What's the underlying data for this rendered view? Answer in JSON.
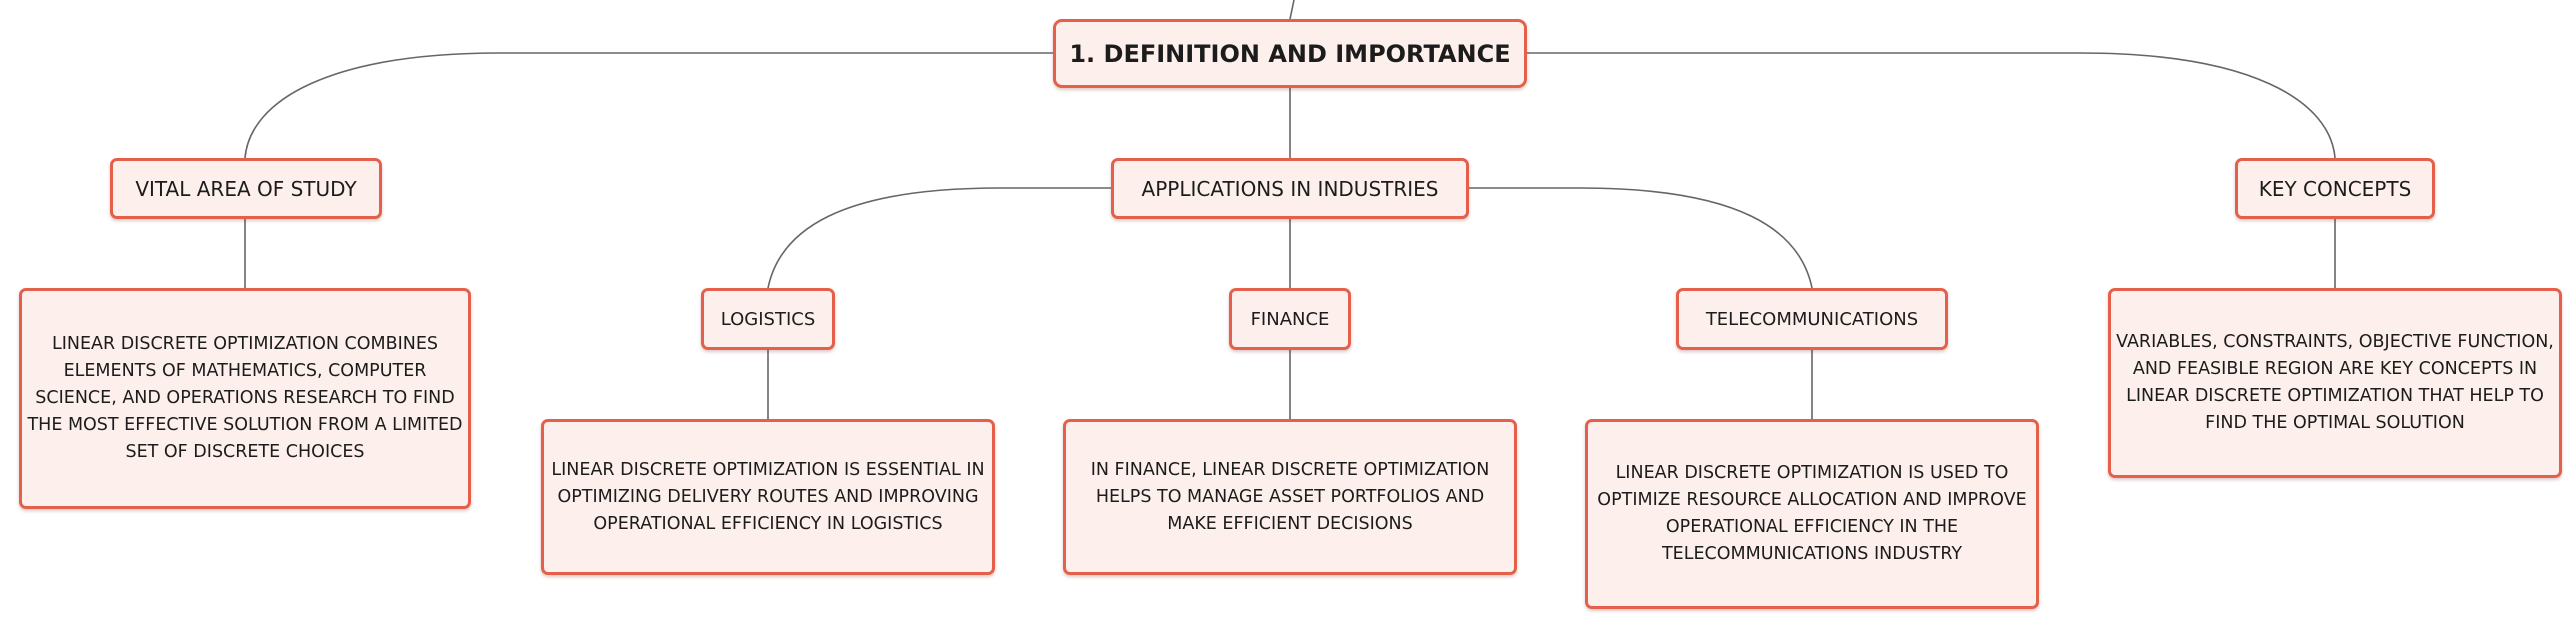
{
  "colors": {
    "node_fill": "#fdf0ec",
    "node_border": "#e5604a",
    "connector": "#666666",
    "text": "#1c1c1c"
  },
  "root": {
    "label": "1. DEFINITION AND IMPORTANCE"
  },
  "branches": {
    "vital": {
      "label": "VITAL AREA OF STUDY",
      "detail": "LINEAR DISCRETE OPTIMIZATION COMBINES ELEMENTS OF MATHEMATICS, COMPUTER SCIENCE, AND OPERATIONS RESEARCH TO FIND THE MOST EFFECTIVE SOLUTION FROM A LIMITED SET OF DISCRETE CHOICES"
    },
    "applications": {
      "label": "APPLICATIONS IN INDUSTRIES",
      "logistics": {
        "label": "LOGISTICS",
        "detail": "LINEAR DISCRETE OPTIMIZATION IS ESSENTIAL IN OPTIMIZING DELIVERY ROUTES AND IMPROVING OPERATIONAL EFFICIENCY IN LOGISTICS"
      },
      "finance": {
        "label": "FINANCE",
        "detail": "IN FINANCE, LINEAR DISCRETE OPTIMIZATION HELPS TO MANAGE ASSET PORTFOLIOS AND MAKE EFFICIENT DECISIONS"
      },
      "telecom": {
        "label": "TELECOMMUNICATIONS",
        "detail": "LINEAR DISCRETE OPTIMIZATION IS USED TO OPTIMIZE RESOURCE ALLOCATION AND IMPROVE OPERATIONAL EFFICIENCY IN THE TELECOMMUNICATIONS INDUSTRY"
      }
    },
    "key_concepts": {
      "label": "KEY CONCEPTS",
      "detail": "VARIABLES, CONSTRAINTS, OBJECTIVE FUNCTION, AND FEASIBLE REGION ARE KEY CONCEPTS IN LINEAR DISCRETE OPTIMIZATION THAT HELP TO FIND THE OPTIMAL SOLUTION"
    }
  }
}
